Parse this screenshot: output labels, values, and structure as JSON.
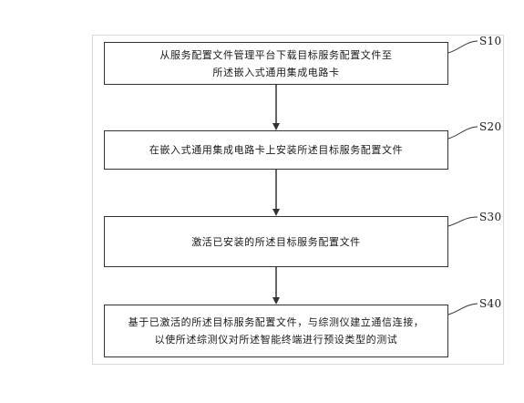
{
  "steps": [
    {
      "label": "S10",
      "text": "从服务配置文件管理平台下载目标服务配置文件至\n所述嵌入式通用集成电路卡"
    },
    {
      "label": "S20",
      "text": "在嵌入式通用集成电路卡上安装所述目标服务配置文件"
    },
    {
      "label": "S30",
      "text": "激活已安装的所述目标服务配置文件"
    },
    {
      "label": "S40",
      "text": "基于已激活的所述目标服务配置文件，与综测仪建立通信连接，\n以使所述综测仪对所述智能终端进行预设类型的测试"
    }
  ],
  "colors": {
    "line": "#333333",
    "frame": "#d9d9d9"
  }
}
